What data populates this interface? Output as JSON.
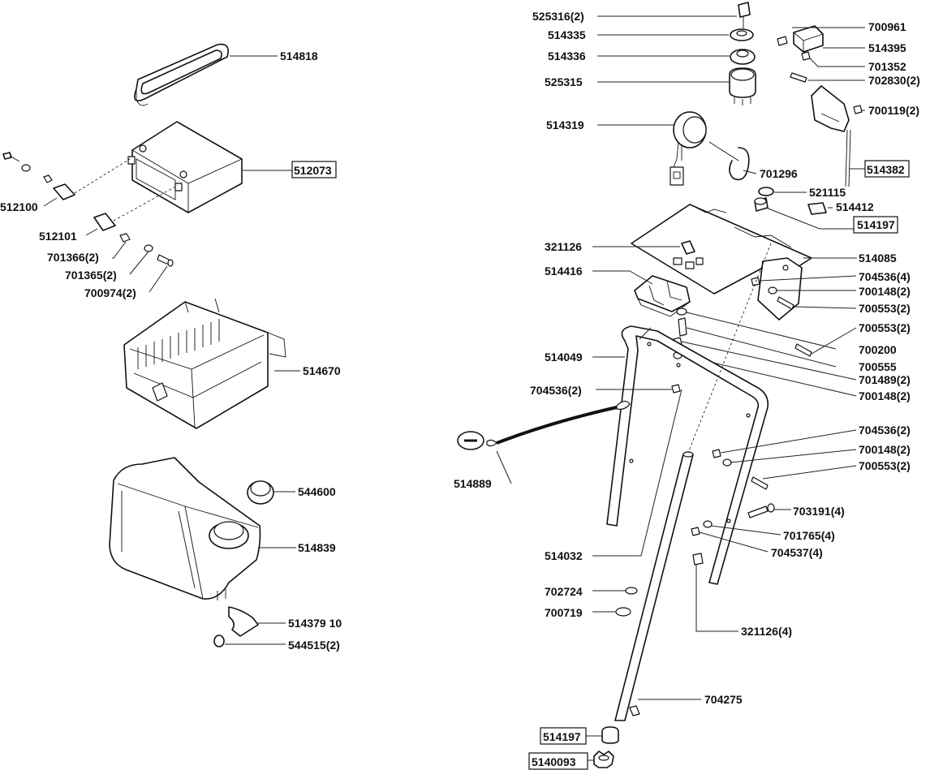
{
  "labels": {
    "l_514818": "514818",
    "l_512073": "512073",
    "l_512100": "512100",
    "l_512101": "512101",
    "l_701366": "701366(2)",
    "l_701365": "701365(2)",
    "l_700974": "700974(2)",
    "l_514670": "514670",
    "l_544600": "544600",
    "l_514839": "514839",
    "l_514379": "514379 10",
    "l_544515": "544515(2)",
    "l_525316": "525316(2)",
    "l_514335": "514335",
    "l_514336": "514336",
    "l_525315": "525315",
    "l_514319": "514319",
    "l_701296": "701296",
    "l_700961": "700961",
    "l_514395": "514395",
    "l_701352": "701352",
    "l_702830": "702830(2)",
    "l_700119": "700119(2)",
    "l_514382": "514382",
    "l_521115": "521115",
    "l_514412": "514412",
    "l_514197a": "514197",
    "l_321126": "321126",
    "l_514085": "514085",
    "l_514416": "514416",
    "l_704536_4": "704536(4)",
    "l_700148_2a": "700148(2)",
    "l_700553_2a": "700553(2)",
    "l_700553_2b": "700553(2)",
    "l_700200": "700200",
    "l_700555": "700555",
    "l_701489": "701489(2)",
    "l_700148_2b": "700148(2)",
    "l_514049": "514049",
    "l_704536_2a": "704536(2)",
    "l_514889": "514889",
    "l_704536_2b": "704536(2)",
    "l_700148_2c": "700148(2)",
    "l_700553_2c": "700553(2)",
    "l_703191": "703191(4)",
    "l_701765": "701765(4)",
    "l_704537": "704537(4)",
    "l_514032": "514032",
    "l_702724": "702724",
    "l_700719": "700719",
    "l_321126_4": "321126(4)",
    "l_704275": "704275",
    "l_514197b": "514197",
    "l_5140093": "5140093"
  },
  "boxed_labels": [
    "512073",
    "514382",
    "514197",
    "514197",
    "5140093"
  ]
}
